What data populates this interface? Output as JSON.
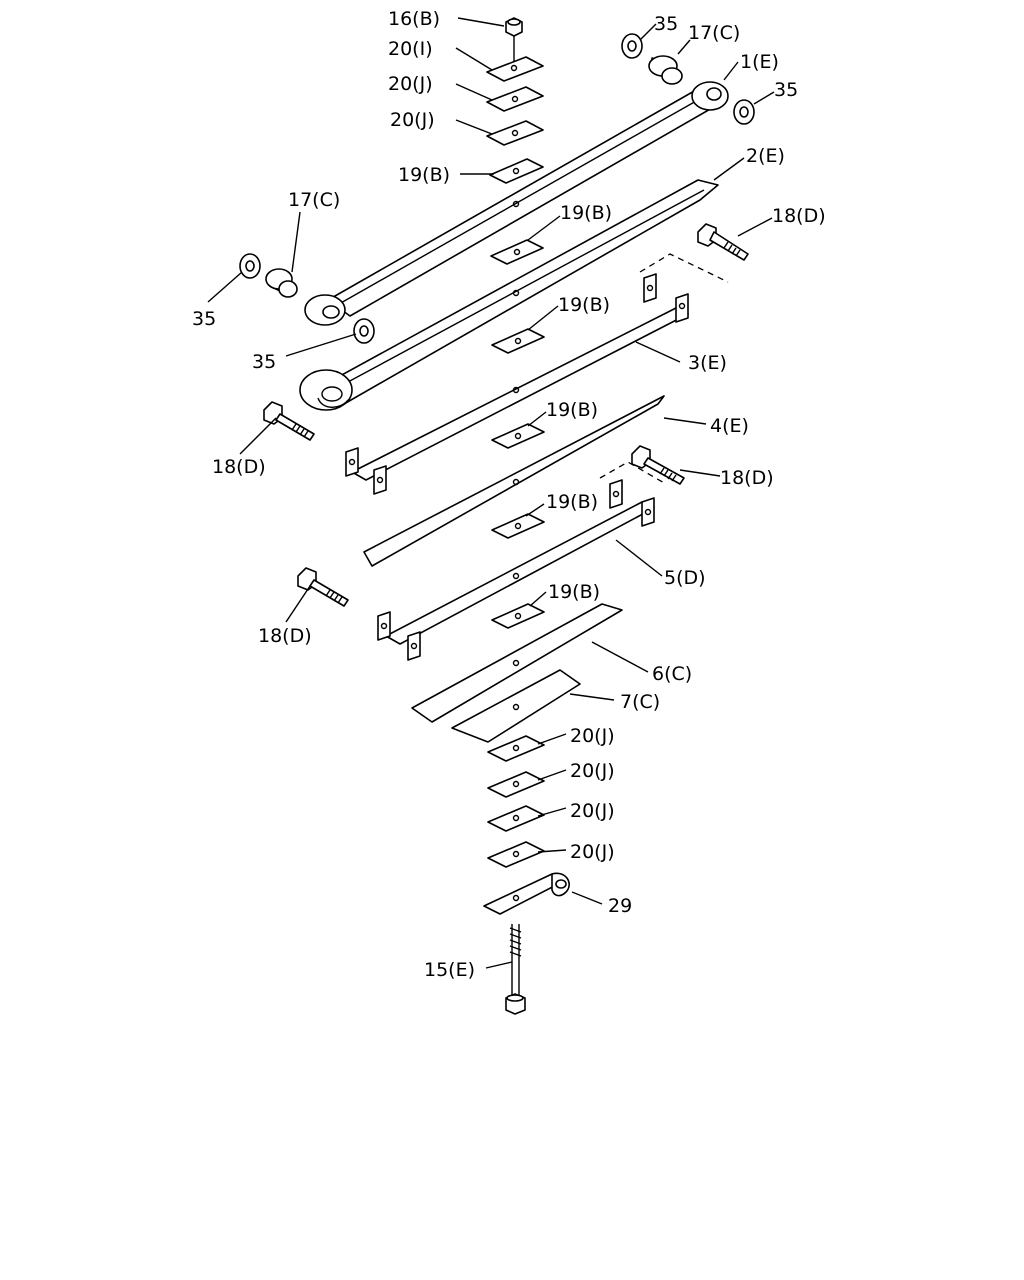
{
  "diagram": {
    "labels": {
      "l16b": "16(B)",
      "l20i": "20(I)",
      "l20j_a": "20(J)",
      "l20j_b": "20(J)",
      "l19b_a": "19(B)",
      "l35_tr": "35",
      "l17c_tr": "17(C)",
      "l1e": "1(E)",
      "l35_r": "35",
      "l2e": "2(E)",
      "l17c_l": "17(C)",
      "l19b_b": "19(B)",
      "l18d_tr": "18(D)",
      "l35_l": "35",
      "l19b_c": "19(B)",
      "l35_m": "35",
      "l3e": "3(E)",
      "l19b_d": "19(B)",
      "l4e": "4(E)",
      "l18d_ml": "18(D)",
      "l18d_mr": "18(D)",
      "l19b_e": "19(B)",
      "l5d": "5(D)",
      "l19b_f": "19(B)",
      "l18d_bl": "18(D)",
      "l6c": "6(C)",
      "l7c": "7(C)",
      "l20j_c": "20(J)",
      "l20j_d": "20(J)",
      "l20j_e": "20(J)",
      "l20j_f": "20(J)",
      "l29": "29",
      "l15e": "15(E)"
    }
  }
}
